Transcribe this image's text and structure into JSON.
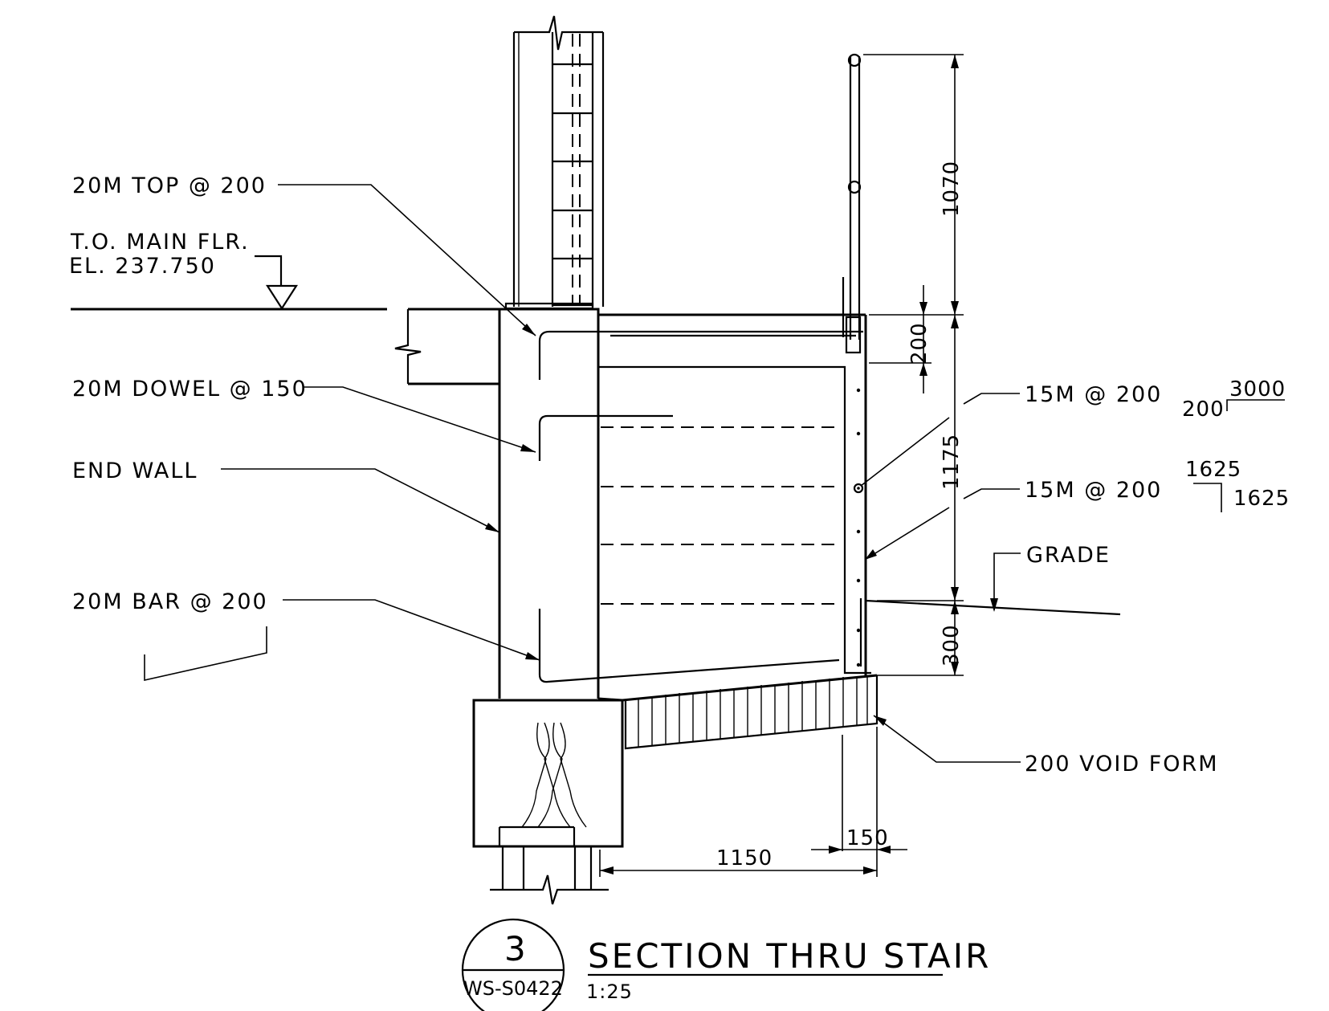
{
  "labels": {
    "top_bar": "20M TOP @ 200",
    "floor_line1": "T.O. MAIN FLR.",
    "floor_line2": "EL. 237.750",
    "dowel": "20M DOWEL @ 150",
    "end_wall": "END WALL",
    "bottom_bar": "20M BAR @ 200",
    "rebar_a": "15M @ 200",
    "rebar_b": "15M @ 200",
    "bend_a_top": "3000",
    "bend_a_left": "200",
    "bend_b_top": "1625",
    "bend_b_right": "1625",
    "grade": "GRADE",
    "void_form": "200 VOID FORM"
  },
  "dimensions": {
    "rail_height": "1070",
    "slab_thickness": "200",
    "wall_height": "1175",
    "below_grade": "300",
    "toe": "150",
    "heel": "1150"
  },
  "title_block": {
    "detail_number": "3",
    "sheet_ref": "WS-S0422",
    "title": "SECTION THRU STAIR",
    "scale": "1:25"
  }
}
